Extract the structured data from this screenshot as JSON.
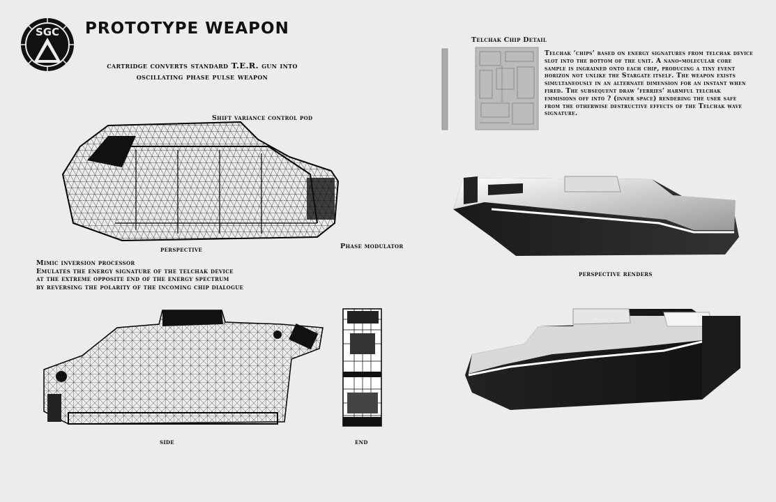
{
  "title": "PROTOTYPE WEAPON",
  "subtitle": "cartridge converts standard T.E.R. gun into oscillating phase pulse weapon",
  "logo_text": "SGC",
  "labels": {
    "shift_pod": "Shift variance control pod",
    "perspective": "perspective",
    "phase_modulator": "Phase modulator",
    "side": "side",
    "end": "end",
    "perspective_renders": "perspective renders",
    "chip_detail": "Telchak Chip Detail"
  },
  "mimic_note": "Mimic inversion processor\nEmulates the energy signature of the telchak device\nat the extreme opposite end of the energy spectrum\nby reversing the polarity of the incoming chip dialogue",
  "telchak_note": "Telchak ‘chips’ based on energy signatures from telchak device slot into the bottom of the unit. A nano-molecular core sample is ingrained onto each chip, producing a tiny event horizon not unlike the Stargate itself.  The weapon exists simultaneously in an alternate dimension for an instant when fired. The subsequent draw ‘ferries’ harmful telchak emmisions off into ? (inner space)  rendering the user safe from the otherwise destructive effects of the Telchak wave signature."
}
